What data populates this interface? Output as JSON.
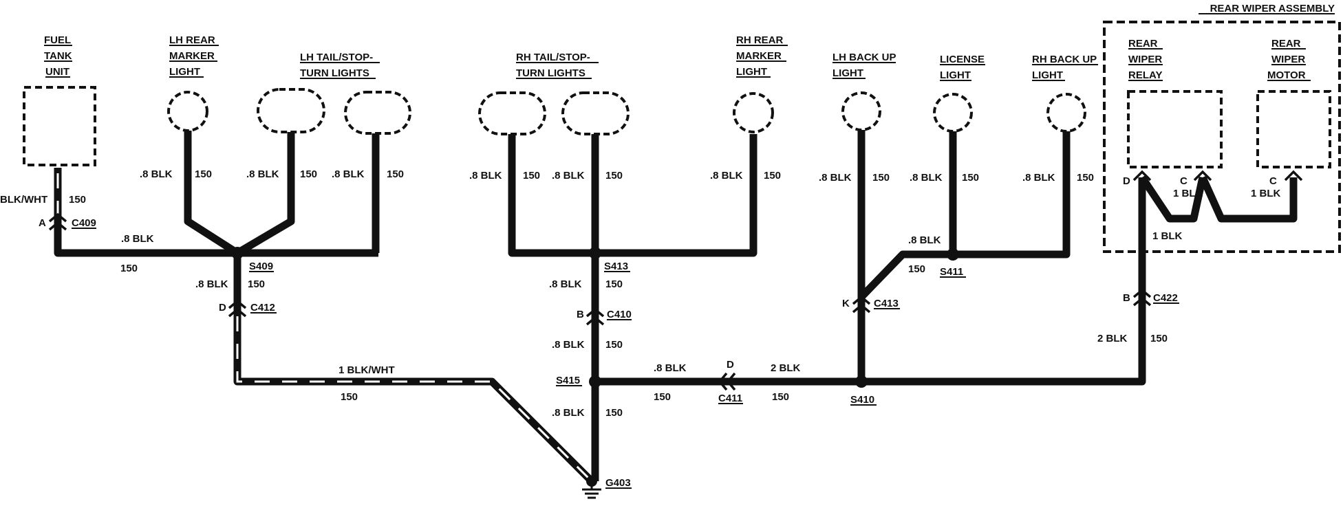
{
  "components": {
    "rear_wiper_assembly": "REAR WIPER ASSEMBLY",
    "fuel_tank": [
      "FUEL",
      "TANK",
      "UNIT"
    ],
    "lh_rear_marker": [
      "LH REAR",
      "MARKER",
      "LIGHT"
    ],
    "lh_tail": [
      "LH TAIL/STOP-",
      "TURN LIGHTS"
    ],
    "rh_tail": [
      "RH TAIL/STOP-",
      "TURN LIGHTS"
    ],
    "rh_rear_marker": [
      "RH REAR",
      "MARKER",
      "LIGHT"
    ],
    "lh_backup": [
      "LH BACK UP",
      "LIGHT"
    ],
    "license": [
      "LICENSE",
      "LIGHT"
    ],
    "rh_backup": [
      "RH BACK UP",
      "LIGHT"
    ],
    "wiper_relay": [
      "REAR",
      "WIPER",
      "RELAY"
    ],
    "wiper_motor": [
      "REAR",
      "WIPER",
      "MOTOR"
    ]
  },
  "wires": {
    "blk_08": ".8 BLK",
    "blk_1": "1 BLK",
    "blk_2": "2 BLK",
    "blk_wht": "BLK/WHT",
    "blk_wht_1": "1 BLK/WHT",
    "circuit": "150"
  },
  "connectors": {
    "c409": "C409",
    "c412": "C412",
    "c410": "C410",
    "c411": "C411",
    "c413": "C413",
    "c422": "C422",
    "pin_a": "A",
    "pin_b": "B",
    "pin_c": "C",
    "pin_d": "D",
    "pin_k": "K"
  },
  "splices": {
    "s409": "S409",
    "s413": "S413",
    "s415": "S415",
    "s411": "S411",
    "s410": "S410"
  },
  "ground": {
    "g403": "G403"
  }
}
